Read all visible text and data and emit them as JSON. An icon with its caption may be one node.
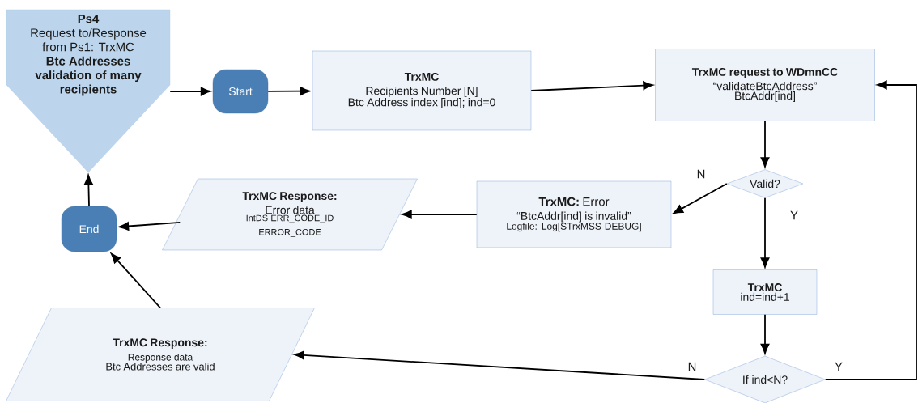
{
  "diagram": {
    "nodes": [
      {
        "text": [
          "Ps4",
          "Request to/Response from Ps1: TrxMC",
          "Btc Addresses validation of many recipients"
        ]
      },
      {
        "text": [
          "Start"
        ]
      },
      {
        "text": [
          "TrxMC",
          "Recipients Number [N]",
          "Btc Address index [ind]; ind=0"
        ]
      },
      {
        "text": [
          "TrxMC request to WDmnCC",
          "“validateBtcAddress”",
          "BtcAddr[ind]"
        ]
      },
      {
        "text": [
          "Valid?"
        ]
      },
      {
        "text": [
          "**TrxMC:** Error",
          "“BtcAddr[ind] is invalid”",
          "Logfile: Log[STrxMSS-DEBUG]"
        ]
      },
      {
        "text": [
          "TrxMC Response:",
          "Error data",
          "IntDS ERR_CODE_ID ERROR_CODE"
        ]
      },
      {
        "text": [
          "End"
        ]
      },
      {
        "text": [
          "TrxMC",
          "ind=ind+1"
        ]
      },
      {
        "text": [
          "If ind<N?"
        ]
      },
      {
        "text": [
          "TrxMC Response:",
          "Response data",
          "Btc Addresses are valid"
        ]
      }
    ],
    "edges": [
      {
        "from": 0,
        "to": 1,
        "arrow": "to"
      },
      {
        "from": 1,
        "to": 2,
        "arrow": "to"
      },
      {
        "from": 2,
        "to": 3,
        "arrow": "to"
      },
      {
        "from": 3,
        "to": 4,
        "arrow": "to"
      },
      {
        "from": 4,
        "to": 5,
        "arrow": "to",
        "label": "N"
      },
      {
        "from": 4,
        "to": 8,
        "arrow": "to",
        "label": "Y"
      },
      {
        "from": 5,
        "to": 6,
        "arrow": "to"
      },
      {
        "from": 6,
        "to": 7,
        "arrow": "to"
      },
      {
        "from": 8,
        "to": 9,
        "arrow": "to"
      },
      {
        "from": 9,
        "to": 10,
        "arrow": "to",
        "label": "N"
      },
      {
        "from": 9,
        "to": 3,
        "arrow": "to",
        "label": "Y"
      },
      {
        "from": 10,
        "to": 7,
        "arrow": "to"
      },
      {
        "from": 7,
        "to": 0,
        "arrow": "to"
      }
    ]
  }
}
